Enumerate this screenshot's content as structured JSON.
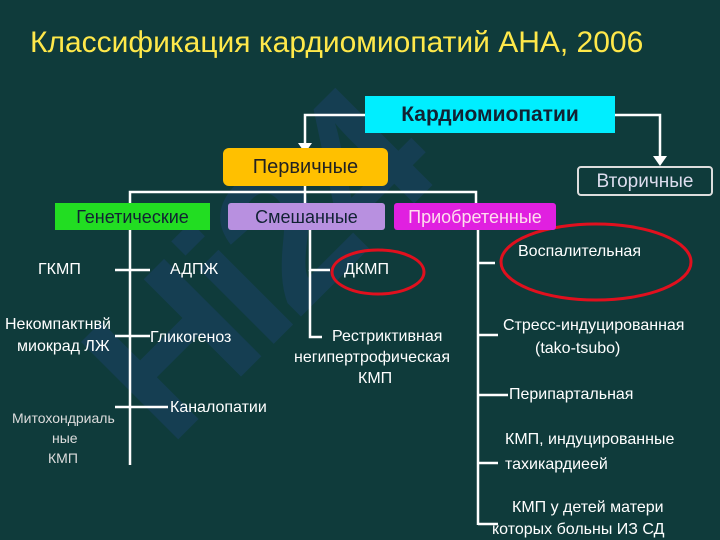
{
  "title": "Классификация кардиомиопатий АНА, 2006",
  "watermark": "Hi24",
  "colors": {
    "background": "#0f3b3b",
    "title": "#ffe84a",
    "root": "#00eeff",
    "primary": "#ffc000",
    "genetic": "#22dd22",
    "mixed": "#b890e0",
    "acquired": "#e020e0",
    "highlight": "#e0101e"
  },
  "root": "Кардиомиопатии",
  "primary": "Первичные",
  "secondary": "Вторичные",
  "categories": {
    "genetic": "Генетические",
    "mixed": "Смешанные",
    "acquired": "Приобретенные"
  },
  "genetic_items": {
    "hcm": "ГКМП",
    "arvd": "АДПЖ",
    "noncompact_1": "Некомпактнвй",
    "noncompact_2": "миокрад ЛЖ",
    "glycogenosis": "Гликогеноз",
    "mito_1": "Митохондриаль",
    "mito_2": "ные",
    "mito_3": "КМП",
    "channelopathies": "Каналопатии"
  },
  "mixed_items": {
    "dcm": "ДКМП",
    "rcm_1": "Рестриктивная",
    "rcm_2": "негипертрофическая",
    "rcm_3": "КМП"
  },
  "acquired_items": {
    "inflammatory": "Воспалительная",
    "stress_1": "Стресс-индуцированная",
    "stress_2": "(tako-tsubo)",
    "peripartum": "Перипартальная",
    "tachy_1": "КМП, индуцированные",
    "tachy_2": "тахикардиеей",
    "diabetic_1": "КМП у детей матери",
    "diabetic_2": "которых больны ИЗ СД"
  }
}
